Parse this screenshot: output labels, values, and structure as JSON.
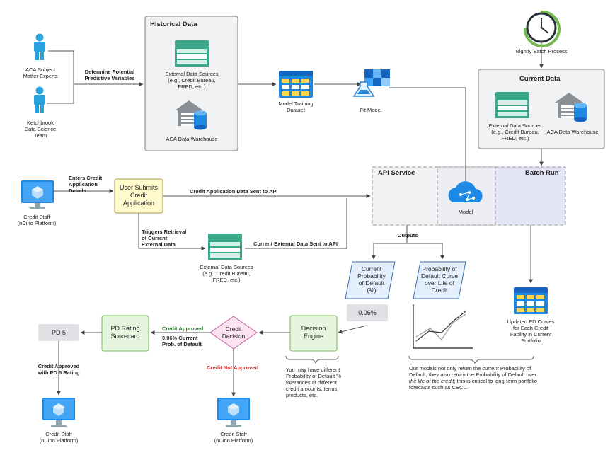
{
  "actors": {
    "sme": "ACA Subject\nMatter Experts",
    "ds": "Ketchbrook\nData Science\nTeam",
    "staff_top": "Credit Staff\n(nCino Platform)",
    "staff_bottom_left": "Credit Staff\n(nCino Platform)",
    "staff_bottom_mid": "Credit Staff\n(nCino Platform)"
  },
  "labels": {
    "determine_vars": "Determine Potential\nPredictive Variables",
    "historical_title": "Historical Data",
    "ext_sources": "External Data Sources\n(e.g., Credit Bureau,\nFRED, etc.)",
    "aca_dw": "ACA Data Warehouse",
    "training_dataset": "Model Training\nDataset",
    "fit_model": "Fit Model",
    "nightly_batch": "Nightly Batch Process",
    "current_title": "Current Data",
    "current_ext_sources": "External Data Sources\n(e.g., Credit Bureau,\nFRED, etc.)",
    "current_dw": "ACA Data Warehouse",
    "enters_app": "Enters Credit\nApplication\nDetails",
    "user_submits": "User Submits\nCredit\nApplication",
    "app_data_sent": "Credit Application Data Sent to API",
    "api_service": "API Service",
    "batch_run": "Batch Run",
    "model": "Model",
    "triggers": "Triggers Retrieval\nof Current\nExternal Data",
    "ext_sources_mid": "External Data Sources\n(e.g., Credit Bureau,\nFRED, etc.)",
    "current_ext_sent": "Current External Data Sent to API",
    "outputs": "Outputs",
    "current_pd": "Current\nProbability\nof Default\n(%)",
    "pd_curve": "Probability of\nDefault Curve\nover Life of\nCredit",
    "pd_value": "0.06%",
    "updated_curves": "Updated PD Curves\nfor Each Credit\nFacility in Current\nPortfolio",
    "decision_engine": "Decision\nEngine",
    "credit_decision": "Credit\nDecision",
    "credit_approved": "Credit Approved",
    "approved_detail": "0.06% Current\nProb. of Default",
    "not_approved": "Credit Not Approved",
    "pd_rating": "PD Rating\nScorecard",
    "pd5": "PD 5",
    "approved_pd5": "Credit Approved\nwith PD 5 Rating",
    "tolerance_note": "You may have different\nProbability of Default %\ntolerances at different\ncredit amounts, terms,\nproducts, etc.",
    "models_note_pre": "Our models not only return the ",
    "models_note_em1": "current",
    "models_note_mid": " Probability of Default, they also return the Probability of Default ",
    "models_note_em2": "over the life of the credit",
    "models_note_post": "; this is critical to long-term portfolio forecasts such as CECL."
  },
  "colors": {
    "accent_blue": "#1e88e5",
    "person_blue": "#29a3db",
    "storage_teal": "#3aa88a",
    "grey_box": "#f1f2f4",
    "border_grey": "#808080",
    "yellow_fill": "#fff9cc",
    "green_fill": "#e6f5dd",
    "green_border": "#76b852",
    "pink_fill": "#fbe3f0",
    "pink_border": "#c75ba5",
    "batch_fill": "#e4e4f7",
    "approved_green": "#2e7d32",
    "declined_red": "#c62828"
  },
  "icons": [
    "person-icon",
    "storage-icon",
    "warehouse-icon",
    "table-icon",
    "fit-model-icon",
    "clock-icon",
    "monitor-icon",
    "model-cloud-icon",
    "trend-chart-icon"
  ]
}
